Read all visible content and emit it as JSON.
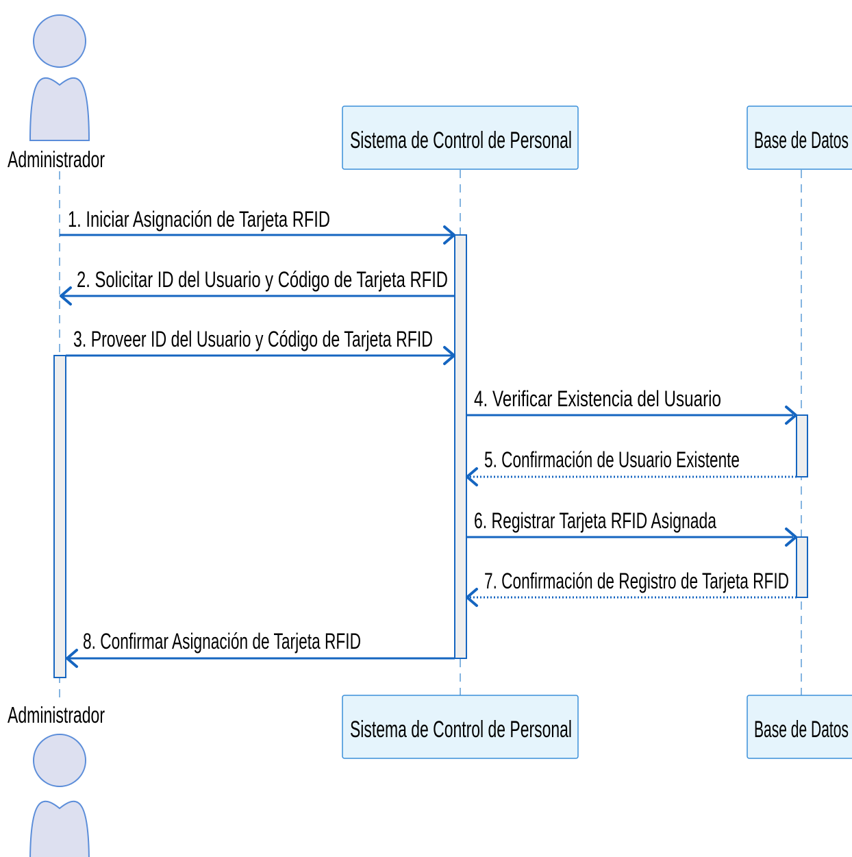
{
  "colors": {
    "line": "#1565c0",
    "actor_fill": "#dde0f0",
    "actor_stroke": "#5b8dd9",
    "box_fill": "#e5f4fc",
    "box_stroke": "#3a8fd9",
    "activation_fill": "#eeeeee",
    "lifeline": "#5b9bd5",
    "text": "#000000"
  },
  "participants": {
    "administrador": {
      "label": "Administrador",
      "kind": "actor",
      "icon": "person-icon"
    },
    "sistema": {
      "label": "Sistema de Control de Personal",
      "kind": "participant"
    },
    "base_datos": {
      "label": "Base de Datos",
      "kind": "participant"
    }
  },
  "messages": [
    {
      "label": "1. Iniciar Asignación de Tarjeta RFID",
      "from": "administrador",
      "to": "sistema",
      "style": "solid"
    },
    {
      "label": "2. Solicitar ID del Usuario y Código de Tarjeta RFID",
      "from": "sistema",
      "to": "administrador",
      "style": "solid"
    },
    {
      "label": "3. Proveer ID del Usuario y Código de Tarjeta RFID",
      "from": "administrador",
      "to": "sistema",
      "style": "solid"
    },
    {
      "label": "4. Verificar Existencia del Usuario",
      "from": "sistema",
      "to": "base_datos",
      "style": "solid"
    },
    {
      "label": "5. Confirmación de Usuario Existente",
      "from": "base_datos",
      "to": "sistema",
      "style": "dotted"
    },
    {
      "label": "6. Registrar Tarjeta RFID Asignada",
      "from": "sistema",
      "to": "base_datos",
      "style": "solid"
    },
    {
      "label": "7. Confirmación de Registro de Tarjeta RFID",
      "from": "base_datos",
      "to": "sistema",
      "style": "dotted"
    },
    {
      "label": "8. Confirmar Asignación de Tarjeta RFID",
      "from": "sistema",
      "to": "administrador",
      "style": "solid"
    }
  ]
}
